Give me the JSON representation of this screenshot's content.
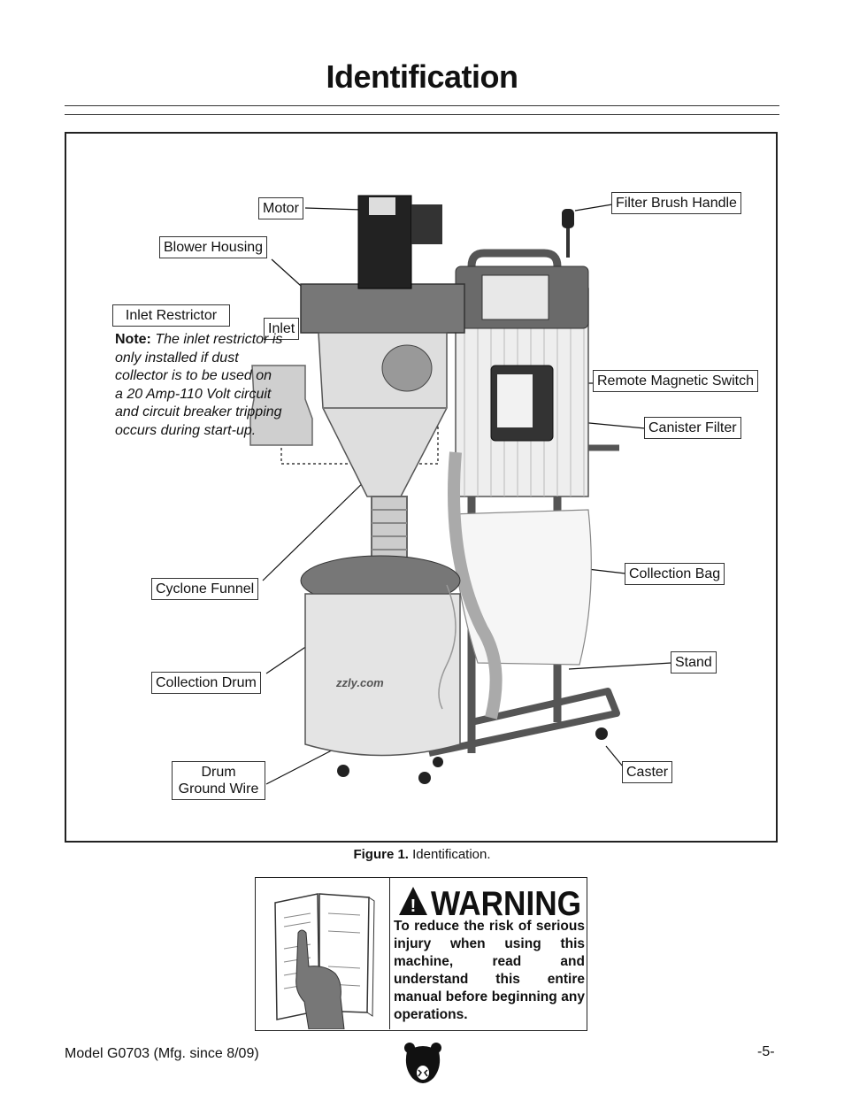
{
  "page": {
    "title": "Identification",
    "caption_label": "Figure 1.",
    "caption_text": " Identification."
  },
  "labels": {
    "motor": "Motor",
    "blower_housing": "Blower Housing",
    "inlet_restrictor": "Inlet Restrictor",
    "inlet": "Inlet",
    "cyclone_funnel": "Cyclone Funnel",
    "collection_drum": "Collection Drum",
    "drum_ground_wire_1": "Drum",
    "drum_ground_wire_2": "Ground Wire",
    "filter_brush_handle": "Filter Brush Handle",
    "remote_magnetic_switch": "Remote Magnetic Switch",
    "canister_filter": "Canister Filter",
    "collection_bag": "Collection Bag",
    "stand": "Stand",
    "caster": "Caster"
  },
  "note": {
    "label": "Note:",
    "text": " The inlet restrictor is only installed if dust collector is to be used on a 20 Amp-110 Volt circuit and circuit breaker tripping occurs during start-up."
  },
  "warning": {
    "heading": "WARNING",
    "text": "To reduce the risk of serious injury when using this machine, read and understand this entire manual before beginning any operations."
  },
  "footer": {
    "model": "Model G0703 (Mfg. since 8/09)",
    "page_number": "-5-"
  },
  "colors": {
    "text": "#111111",
    "border": "#222222",
    "machine_dark": "#555555",
    "machine_light": "#dcdcdc"
  }
}
